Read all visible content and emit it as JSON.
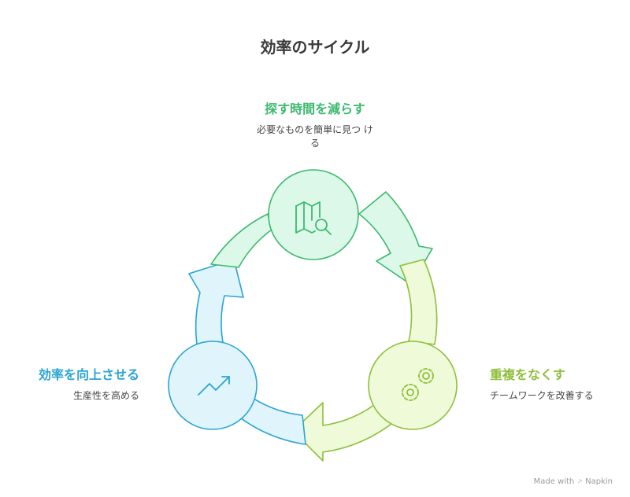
{
  "title": "効率のサイクル",
  "steps": [
    {
      "heading": "探す時間を減らす",
      "description": "必要なものを簡単に見つ ける",
      "icon": "map-search-icon",
      "color": "#3cb96e",
      "fill": "#dcf8e8"
    },
    {
      "heading": "重複をなくす",
      "description": "チームワークを改善する",
      "icon": "gears-icon",
      "color": "#8ebf3a",
      "fill": "#eefad8"
    },
    {
      "heading": "効率を向上させる",
      "description": "生産性を高める",
      "icon": "trend-up-icon",
      "color": "#2aa4d4",
      "fill": "#e0f4fc"
    }
  ],
  "credit": {
    "made_with": "Made with",
    "brand": "Napkin"
  }
}
